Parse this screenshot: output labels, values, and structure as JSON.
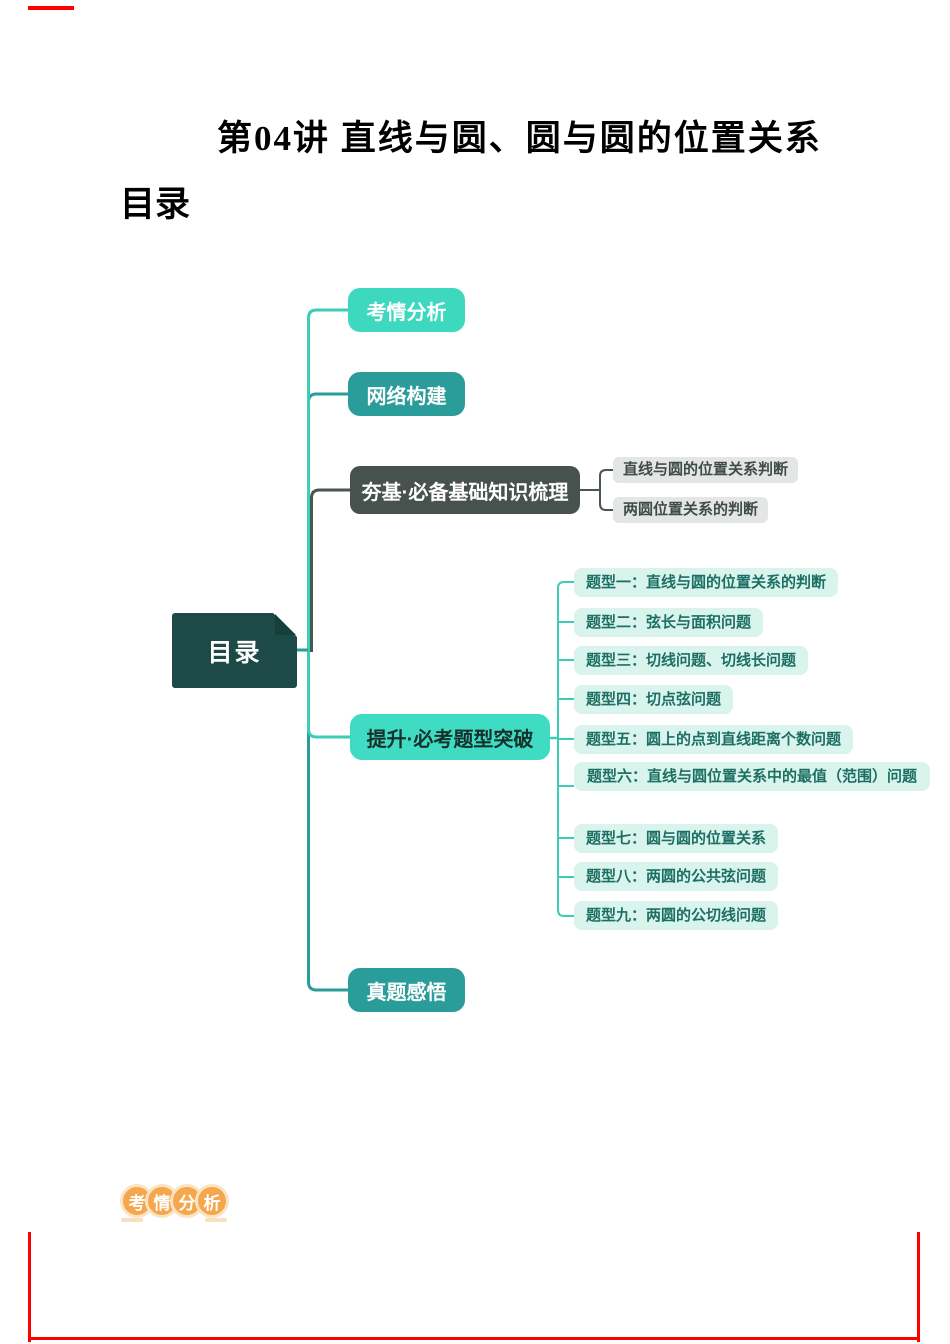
{
  "page": {
    "title": "第04讲 直线与圆、圆与圆的位置关系",
    "toc_heading": "目录"
  },
  "mindmap": {
    "root": {
      "label": "目录"
    },
    "branches": [
      {
        "label": "考情分析",
        "style": "mint"
      },
      {
        "label": "网络构建",
        "style": "teal"
      },
      {
        "label": "夯基·必备基础知识梳理",
        "style": "dark",
        "children": [
          "直线与圆的位置关系判断",
          "两圆位置关系的判断"
        ]
      },
      {
        "label": "提升·必考题型突破",
        "style": "mint",
        "children": [
          "题型一：直线与圆的位置关系的判断",
          "题型二：弦长与面积问题",
          "题型三：切线问题、切线长问题",
          "题型四：切点弦问题",
          "题型五：圆上的点到直线距离个数问题",
          "题型六：直线与圆位置关系中的最值（范围）问题",
          "题型七：圆与圆的位置关系",
          "题型八：两圆的公共弦问题",
          "题型九：两圆的公切线问题"
        ]
      },
      {
        "label": "真题感悟",
        "style": "teal"
      }
    ]
  },
  "footer_badge": {
    "characters": [
      "考",
      "情",
      "分",
      "析"
    ]
  },
  "colors": {
    "mint": "#3DD8BE",
    "teal": "#2A9C99",
    "dark_node": "#47524E",
    "root_node": "#1D4946",
    "mint_child_bg": "#D8F4EC",
    "mint_child_text": "#1E6F63",
    "gray_child_bg": "#E4E6E5",
    "gray_child_text": "#414C48",
    "connector_mint": "#3CCDB5",
    "connector_teal": "#2A9C99",
    "connector_dark": "#4A5450",
    "badge_orange": "#F6A64D",
    "badge_ring": "#FAE4C3",
    "badge_underline": "#F8E0BC",
    "page_border_red": "#FF0000"
  }
}
